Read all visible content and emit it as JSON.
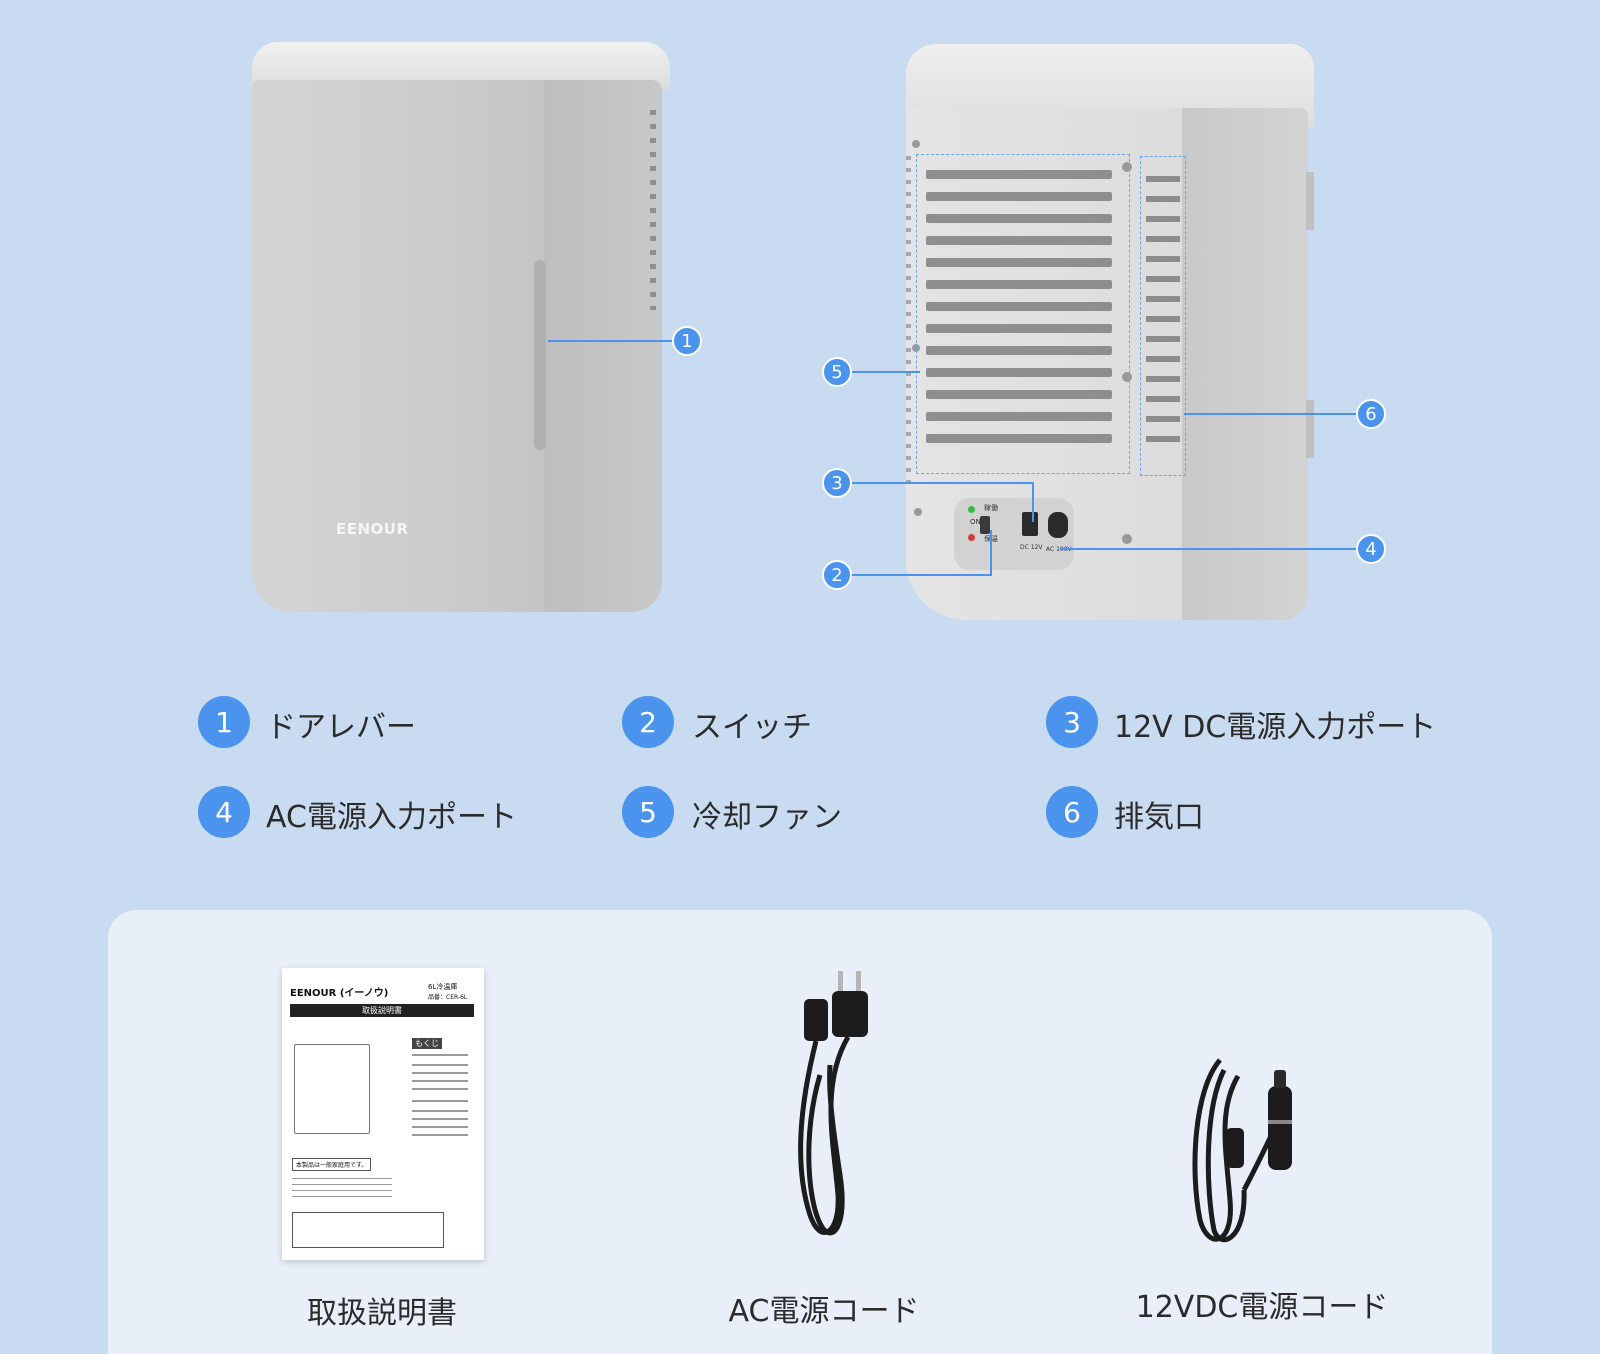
{
  "brand": "EENOUR",
  "panel": {
    "indicator_1": "稼働",
    "switch_label": "ON",
    "indicator_2": "保温",
    "dc_port_label": "DC 12V",
    "ac_port_label": "AC 100V"
  },
  "callouts": [
    "1",
    "2",
    "3",
    "4",
    "5",
    "6"
  ],
  "legend": [
    {
      "num": "1",
      "label": "ドアレバー"
    },
    {
      "num": "2",
      "label": "スイッチ"
    },
    {
      "num": "3",
      "label": "12V DC電源入力ポート"
    },
    {
      "num": "4",
      "label": "AC電源入力ポート"
    },
    {
      "num": "5",
      "label": "冷却ファン"
    },
    {
      "num": "6",
      "label": "排気口"
    }
  ],
  "accessories": [
    {
      "label": "取扱説明書"
    },
    {
      "label": "AC電源コード"
    },
    {
      "label": "12VDC電源コード"
    }
  ],
  "manual": {
    "brand": "EENOUR (イーノウ)",
    "model": "6L冷温庫",
    "model_no": "品番：CER-6L",
    "title": "取扱説明書",
    "toc": "もくじ",
    "notice": "本製品は一般家庭用です。"
  },
  "colors": {
    "accent": "#4a94ee",
    "background": "#c9dbf0",
    "panel": "#e8eff9"
  }
}
